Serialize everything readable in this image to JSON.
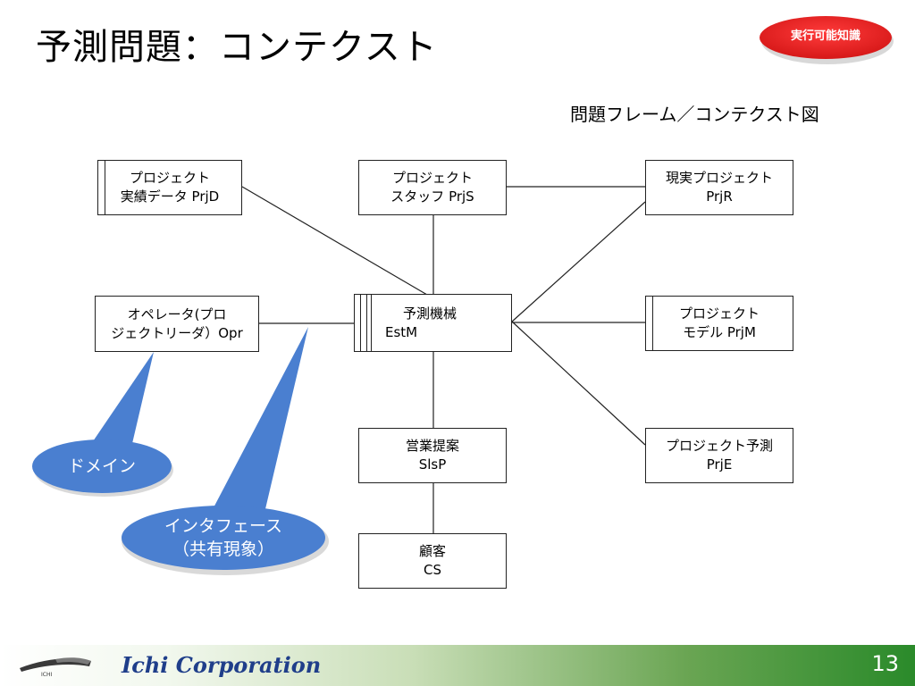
{
  "title": "予測問題：コンテクスト",
  "badge": {
    "label": "実行可能知識",
    "color": "#e02020"
  },
  "diagram_title": "問題フレーム／コンテクスト図",
  "boxes": {
    "prjd": {
      "line1": "プロジェクト",
      "line2": "実績データ PrjD"
    },
    "prjs": {
      "line1": "プロジェクト",
      "line2": "スタッフ PrjS"
    },
    "prjr": {
      "line1": "現実プロジェクト",
      "line2": "PrjR"
    },
    "opr": {
      "line1": "オペレータ(プロ",
      "line2": "ジェクトリーダ）Opr"
    },
    "estm": {
      "line1": "予測機械",
      "line2": "EstM"
    },
    "prjm": {
      "line1": "プロジェクト",
      "line2": "モデル PrjM"
    },
    "slsp": {
      "line1": "営業提案",
      "line2": "SlsP"
    },
    "prje": {
      "line1": "プロジェクト予測",
      "line2": "PrjE"
    },
    "cs": {
      "line1": "顧客",
      "line2": "CS"
    }
  },
  "callouts": {
    "domain": "ドメイン",
    "interface_line1": "インタフェース",
    "interface_line2": "（共有現象）",
    "color": "#4a7fd0"
  },
  "footer": {
    "company": "Ichi Corporation",
    "page_number": "13",
    "logo_text": "ICHI",
    "accent": "#2a8a2a"
  }
}
